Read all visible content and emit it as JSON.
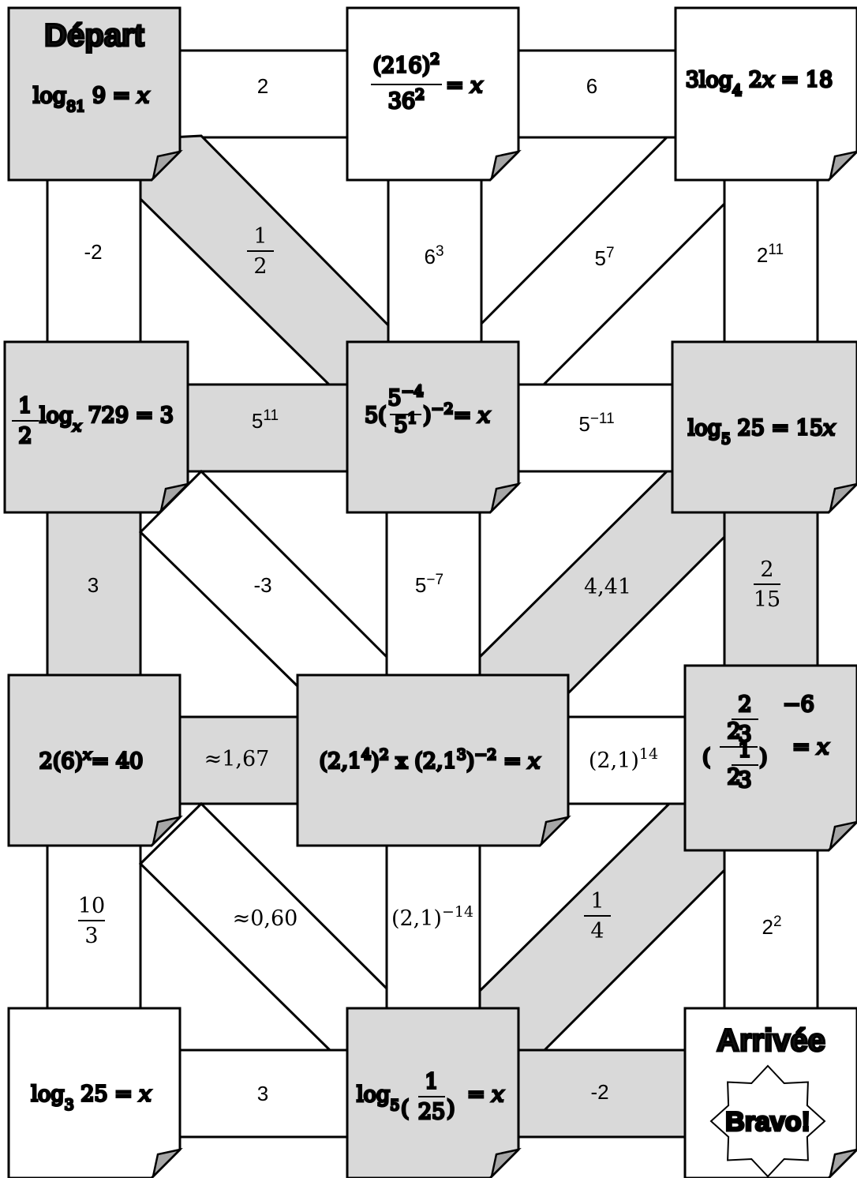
{
  "colors": {
    "shaded": "#d9d9d9",
    "plain": "#ffffff",
    "ink": "#000000"
  },
  "cards": [
    {
      "id": "r1c1",
      "title": "Départ",
      "shaded": true,
      "math": [
        {
          "t": "log"
        },
        {
          "t": "81",
          "sub": true
        },
        {
          "t": " 9 = "
        },
        {
          "t": "x",
          "i": true
        }
      ]
    },
    {
      "id": "r1c2",
      "shaded": false,
      "frac_num": "(216)",
      "frac_num_sup": "2",
      "frac_den": "36",
      "frac_den_sup": "2",
      "after": " = ",
      "after_var": "x"
    },
    {
      "id": "r1c3",
      "shaded": false,
      "math": [
        {
          "t": "3log"
        },
        {
          "t": "4",
          "sub": true
        },
        {
          "t": " 2"
        },
        {
          "t": "x",
          "i": true
        },
        {
          "t": " = 18"
        }
      ]
    },
    {
      "id": "r2c1",
      "shaded": true,
      "lead_num": "1",
      "lead_den": "2",
      "math": [
        {
          "t": "log"
        },
        {
          "t": "x",
          "sub": true,
          "i": true
        },
        {
          "t": " 729 = 3"
        }
      ]
    },
    {
      "id": "r2c2",
      "shaded": true,
      "math_text": "5(5⁻⁴/5¹)⁻² = x",
      "parts": {
        "pre": "5(",
        "num": "5",
        "num_sup": "−4",
        "den": "5",
        "den_sup": "1",
        "post": ")",
        "post_sup": "−2",
        "eq": "= ",
        "var": "x"
      }
    },
    {
      "id": "r2c3",
      "shaded": true,
      "math": [
        {
          "t": "log"
        },
        {
          "t": "5",
          "sub": true
        },
        {
          "t": " 25 = 15"
        },
        {
          "t": "x",
          "i": true
        }
      ]
    },
    {
      "id": "r3c1",
      "shaded": true,
      "math": [
        {
          "t": "2(6)"
        },
        {
          "t": "x",
          "sup": true,
          "i": true
        },
        {
          "t": "= 40"
        }
      ]
    },
    {
      "id": "r3c2",
      "shaded": true,
      "math": [
        {
          "t": "(2,1"
        },
        {
          "t": "4",
          "sup": true
        },
        {
          "t": ")"
        },
        {
          "t": "2",
          "sup": true
        },
        {
          "t": " x (2,1"
        },
        {
          "t": "3",
          "sup": true
        },
        {
          "t": ")"
        },
        {
          "t": "−2",
          "sup": true
        },
        {
          "t": " = "
        },
        {
          "t": "x",
          "i": true
        }
      ]
    },
    {
      "id": "r3c3",
      "shaded": true,
      "parts": {
        "base_top": "2",
        "exp_top_num": "2",
        "exp_top_den": "3",
        "base_bot": "2",
        "exp_bot_num": "1",
        "exp_bot_den": "3",
        "outer_sup": "−6",
        "eq": "= ",
        "var": "x"
      }
    },
    {
      "id": "r4c1",
      "shaded": false,
      "math": [
        {
          "t": "log"
        },
        {
          "t": "3",
          "sub": true
        },
        {
          "t": " 25 = "
        },
        {
          "t": "x",
          "i": true
        }
      ]
    },
    {
      "id": "r4c2",
      "shaded": true,
      "parts": {
        "pre": "log",
        "sub": "5",
        "num": "1",
        "den": "25",
        "eq": "= ",
        "var": "x"
      }
    },
    {
      "id": "r4c3",
      "title": "Arrivée",
      "badge": "Bravo!",
      "shaded": false
    }
  ],
  "paths": {
    "h_r1_12": {
      "label": "2"
    },
    "h_r1_23": {
      "label": "6"
    },
    "v_c1_12": {
      "label": "-2"
    },
    "d_r1_c1c2": {
      "frac_num": "1",
      "frac_den": "2"
    },
    "v_c2_12": {
      "label": "6",
      "sup": "3"
    },
    "d_r1_c3c2": {
      "label": "5",
      "sup": "7"
    },
    "v_c3_12": {
      "label": "2",
      "sup": "11"
    },
    "h_r2_12": {
      "label": "5",
      "sup": "11"
    },
    "h_r2_23": {
      "label": "5",
      "sup": "−11"
    },
    "v_c1_23": {
      "label": "3"
    },
    "d_r2_c1c2": {
      "label": "-3"
    },
    "v_c2_23": {
      "label": "5",
      "sup": "−7"
    },
    "d_r2_c3c2": {
      "label": "4,41"
    },
    "v_c3_23": {
      "frac_num": "2",
      "frac_den": "15"
    },
    "h_r3_12": {
      "label": "≈1,67"
    },
    "h_r3_23": {
      "label": "(2,1)",
      "sup": "14"
    },
    "v_c1_34": {
      "frac_num": "10",
      "frac_den": "3"
    },
    "d_r3_c1c2": {
      "label": "≈0,60"
    },
    "v_c2_34": {
      "label": "(2,1)",
      "sup": "−14"
    },
    "d_r3_c3c2": {
      "frac_num": "1",
      "frac_den": "4"
    },
    "v_c3_34": {
      "label": "2",
      "sup": "2"
    },
    "h_r4_12": {
      "label": "3"
    },
    "h_r4_23": {
      "label": "-2"
    }
  }
}
